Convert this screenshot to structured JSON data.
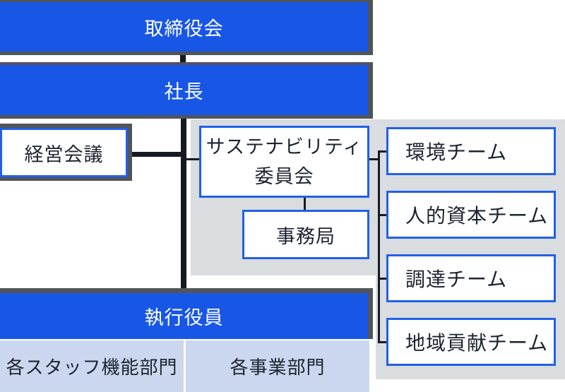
{
  "diagram": {
    "board": {
      "label": "取締役会"
    },
    "president": {
      "label": "社長"
    },
    "management_meeting": {
      "label": "経営会議"
    },
    "sustainability_committee": {
      "line1": "サステナビリティ",
      "line2": "委員会"
    },
    "secretariat": {
      "label": "事務局"
    },
    "teams": [
      {
        "label": "環境チーム"
      },
      {
        "label": "人的資本チーム"
      },
      {
        "label": "調達チーム"
      },
      {
        "label": "地域貢献チーム"
      }
    ],
    "executive_officers": {
      "label": "執行役員"
    },
    "staff_functions": {
      "label": "各スタッフ機能部門"
    },
    "business_divisions": {
      "label": "各事業部門"
    }
  },
  "colors": {
    "primary_blue": "#1857e6",
    "box_border_blue": "#2160e8",
    "dark_frame_gray": "#515559",
    "connector_dark": "#161b22",
    "panel_gray": "#d9dde0",
    "light_blue_fill": "#cbd7ee",
    "text_dark": "#1c2430",
    "text_on_blue": "#ffffff"
  }
}
